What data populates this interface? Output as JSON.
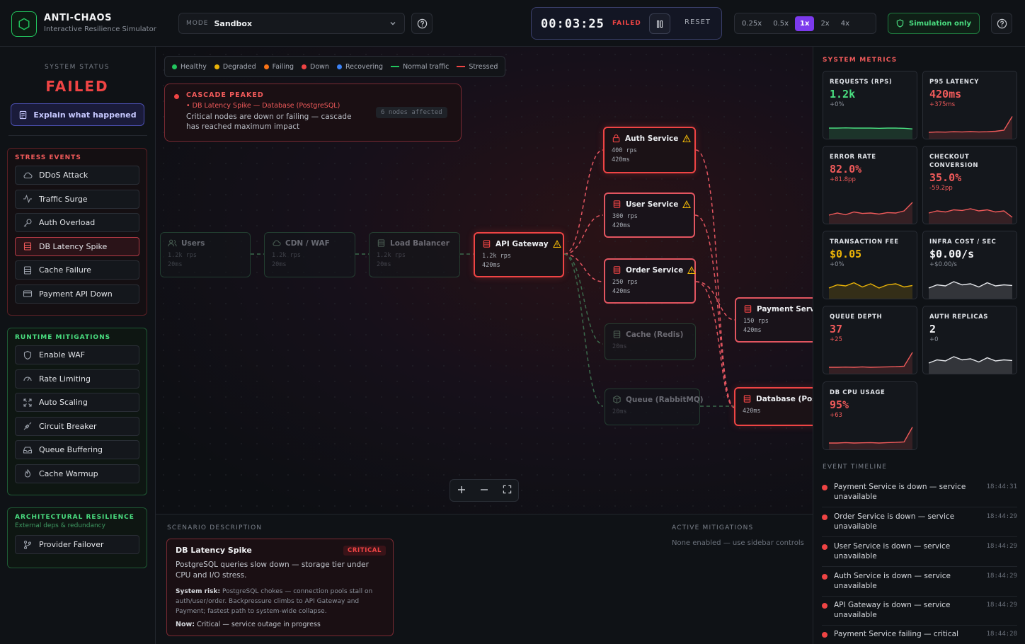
{
  "header": {
    "title": "ANTI-CHAOS",
    "subtitle": "Interactive Resilience Simulator",
    "mode_label": "MODE",
    "mode_value": "Sandbox",
    "timer": "00:03:25",
    "timer_status": "FAILED",
    "reset_label": "RESET",
    "speeds": [
      "0.25x",
      "0.5x",
      "1x",
      "2x",
      "4x"
    ],
    "active_speed": "1x",
    "sim_only_label": "Simulation only"
  },
  "sidebar": {
    "status_label": "SYSTEM STATUS",
    "status_value": "FAILED",
    "explain_label": "Explain what happened",
    "stress": {
      "title": "STRESS EVENTS",
      "items": [
        "DDoS Attack",
        "Traffic Surge",
        "Auth Overload",
        "DB Latency Spike",
        "Cache Failure",
        "Payment API Down"
      ],
      "active": "DB Latency Spike"
    },
    "runtime": {
      "title": "RUNTIME MITIGATIONS",
      "items": [
        "Enable WAF",
        "Rate Limiting",
        "Auto Scaling",
        "Circuit Breaker",
        "Queue Buffering",
        "Cache Warmup"
      ]
    },
    "arch": {
      "title": "ARCHITECTURAL RESILIENCE",
      "subtitle": "External deps & redundancy",
      "items": [
        "Provider Failover"
      ]
    }
  },
  "legend": [
    {
      "label": "Healthy",
      "color": "#22c55e",
      "kind": "dot"
    },
    {
      "label": "Degraded",
      "color": "#eab308",
      "kind": "dot"
    },
    {
      "label": "Failing",
      "color": "#f97316",
      "kind": "dot"
    },
    {
      "label": "Down",
      "color": "#ef4444",
      "kind": "dot"
    },
    {
      "label": "Recovering",
      "color": "#3b82f6",
      "kind": "dot"
    },
    {
      "label": "Normal traffic",
      "color": "#22c55e",
      "kind": "line"
    },
    {
      "label": "Stressed",
      "color": "#ef4444",
      "kind": "line"
    }
  ],
  "cascade": {
    "title": "CASCADE PEAKED",
    "link": "• DB Latency Spike — Database (PostgreSQL)",
    "desc": "Critical nodes are down or failing — cascade has reached maximum impact",
    "badge": "6 nodes affected"
  },
  "nodes": {
    "users": {
      "name": "Users",
      "rps": "1.2k rps",
      "lat": "20ms"
    },
    "cdn": {
      "name": "CDN / WAF",
      "rps": "1.2k rps",
      "lat": "20ms"
    },
    "lb": {
      "name": "Load Balancer",
      "rps": "1.2k rps",
      "lat": "20ms"
    },
    "gateway": {
      "name": "API Gateway",
      "rps": "1.2k rps",
      "lat": "420ms"
    },
    "auth": {
      "name": "Auth Service",
      "rps": "400 rps",
      "lat": "420ms"
    },
    "user": {
      "name": "User Service",
      "rps": "300 rps",
      "lat": "420ms"
    },
    "order": {
      "name": "Order Service",
      "rps": "250 rps",
      "lat": "420ms"
    },
    "cache": {
      "name": "Cache (Redis)",
      "lat": "20ms"
    },
    "queue": {
      "name": "Queue (RabbitMQ)",
      "lat": "20ms"
    },
    "payment": {
      "name": "Payment Service",
      "rps": "150 rps",
      "lat": "420ms"
    },
    "database": {
      "name": "Database (PostgreSQL)",
      "lat": "420ms"
    }
  },
  "bottom": {
    "scenario_label": "SCENARIO DESCRIPTION",
    "scenario_name": "DB Latency Spike",
    "severity": "CRITICAL",
    "desc": "PostgreSQL queries slow down — storage tier under CPU and I/O stress.",
    "risk_label": "System risk:",
    "risk": "PostgreSQL chokes — connection pools stall on auth/user/order. Backpressure climbs to API Gateway and Payment; fastest path to system-wide collapse.",
    "now_label": "Now:",
    "now": "Critical — service outage in progress",
    "mitigations_label": "ACTIVE MITIGATIONS",
    "mitigations_value": "None enabled — use sidebar controls"
  },
  "metrics": {
    "title": "SYSTEM METRICS",
    "items": [
      {
        "label": "REQUESTS (RPS)",
        "value": "1.2k",
        "delta": "+0%",
        "color": "#4ade80",
        "spark": [
          0.3,
          0.3,
          0.31,
          0.3,
          0.3,
          0.3,
          0.29,
          0.3,
          0.3,
          0.29,
          0.26
        ]
      },
      {
        "label": "P95 LATENCY",
        "value": "420ms",
        "delta": "+375ms",
        "color": "#f05a5a",
        "spark": [
          0.1,
          0.12,
          0.11,
          0.13,
          0.12,
          0.14,
          0.12,
          0.13,
          0.15,
          0.2,
          0.85
        ]
      },
      {
        "label": "ERROR RATE",
        "value": "82.0%",
        "delta": "+81.8pp",
        "color": "#f05a5a",
        "spark": [
          0.2,
          0.3,
          0.22,
          0.35,
          0.28,
          0.3,
          0.25,
          0.32,
          0.3,
          0.4,
          0.8
        ]
      },
      {
        "label": "CHECKOUT CONVERSION",
        "value": "35.0%",
        "delta": "-59.2pp",
        "color": "#f05a5a",
        "spark": [
          0.3,
          0.4,
          0.35,
          0.45,
          0.42,
          0.5,
          0.4,
          0.45,
          0.35,
          0.4,
          0.1
        ]
      },
      {
        "label": "TRANSACTION FEE",
        "value": "$0.05",
        "delta": "+0%",
        "color": "#eab308",
        "spark": [
          0.3,
          0.45,
          0.4,
          0.55,
          0.35,
          0.5,
          0.3,
          0.45,
          0.5,
          0.35,
          0.42
        ]
      },
      {
        "label": "INFRA COST / SEC",
        "value": "$0.00/s",
        "delta": "+$0.00/s",
        "color": "#e5e7eb",
        "spark": [
          0.3,
          0.45,
          0.4,
          0.6,
          0.45,
          0.5,
          0.35,
          0.55,
          0.4,
          0.45,
          0.42
        ]
      },
      {
        "label": "QUEUE DEPTH",
        "value": "37",
        "delta": "+25",
        "color": "#f05a5a",
        "spark": [
          0.1,
          0.1,
          0.11,
          0.1,
          0.12,
          0.1,
          0.11,
          0.12,
          0.13,
          0.15,
          0.8
        ]
      },
      {
        "label": "AUTH REPLICAS",
        "value": "2",
        "delta": "+0",
        "color": "#e5e7eb",
        "spark": [
          0.3,
          0.45,
          0.4,
          0.6,
          0.45,
          0.5,
          0.35,
          0.55,
          0.4,
          0.45,
          0.42
        ]
      },
      {
        "label": "DB CPU USAGE",
        "value": "95%",
        "delta": "+63",
        "color": "#f05a5a",
        "spark": [
          0.1,
          0.1,
          0.12,
          0.1,
          0.11,
          0.12,
          0.1,
          0.12,
          0.13,
          0.15,
          0.85
        ]
      }
    ]
  },
  "timeline": {
    "title": "EVENT TIMELINE",
    "events": [
      {
        "text": "Payment Service is down — service unavailable",
        "time": "18:44:31"
      },
      {
        "text": "Order Service is down — service unavailable",
        "time": "18:44:29"
      },
      {
        "text": "User Service is down — service unavailable",
        "time": "18:44:29"
      },
      {
        "text": "Auth Service is down — service unavailable",
        "time": "18:44:29"
      },
      {
        "text": "API Gateway is down — service unavailable",
        "time": "18:44:29"
      },
      {
        "text": "Payment Service failing — critical",
        "time": "18:44:28"
      }
    ]
  }
}
